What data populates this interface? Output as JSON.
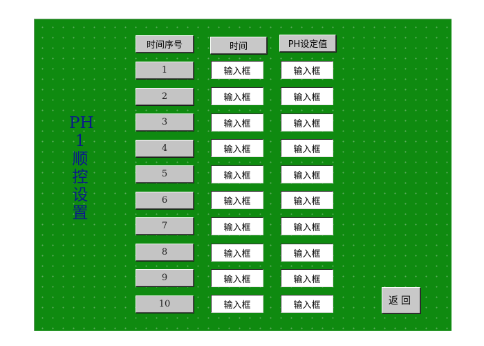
{
  "side_title": [
    "PH",
    "1",
    "顺",
    "控",
    "设",
    "置"
  ],
  "headers": {
    "seq": "时间序号",
    "time": "时间",
    "ph": "PH设定值"
  },
  "rows": [
    {
      "num": "1",
      "time": "输入框",
      "ph": "输入框"
    },
    {
      "num": "2",
      "time": "输入框",
      "ph": "输入框"
    },
    {
      "num": "3",
      "time": "输入框",
      "ph": "输入框"
    },
    {
      "num": "4",
      "time": "输入框",
      "ph": "输入框"
    },
    {
      "num": "5",
      "time": "输入框",
      "ph": "输入框"
    },
    {
      "num": "6",
      "time": "输入框",
      "ph": "输入框"
    },
    {
      "num": "7",
      "time": "输入框",
      "ph": "输入框"
    },
    {
      "num": "8",
      "time": "输入框",
      "ph": "输入框"
    },
    {
      "num": "9",
      "time": "输入框",
      "ph": "输入框"
    },
    {
      "num": "10",
      "time": "输入框",
      "ph": "输入框"
    }
  ],
  "back_label": "返回",
  "colors": {
    "panel": "#0f8a10",
    "title_text": "#0a1a8a",
    "button": "#c8c8c8",
    "input": "#ffffff"
  }
}
